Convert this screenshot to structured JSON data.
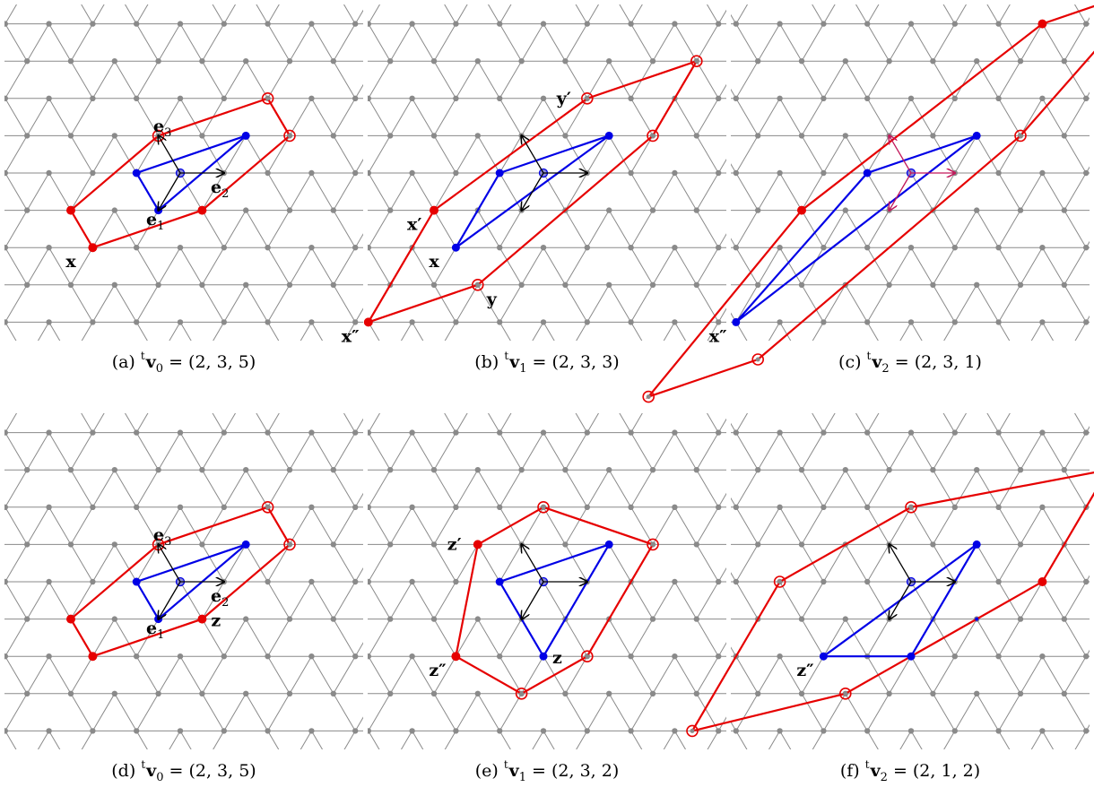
{
  "panels": [
    {
      "id": "a",
      "caption": {
        "prefix": "(a)",
        "vector": "v",
        "index": "0",
        "value": "= (2, 3, 5)"
      },
      "triangle": [
        [
          1,
          1
        ],
        [
          -1,
          0
        ],
        [
          0,
          -1
        ]
      ],
      "polygon": [
        [
          -1,
          -2,
          "filled"
        ],
        [
          1,
          -1,
          "filled"
        ],
        [
          2,
          1,
          "open"
        ],
        [
          1,
          2,
          "open"
        ],
        [
          -1,
          1,
          "open"
        ],
        [
          -2,
          -1,
          "filled"
        ]
      ],
      "basis": true,
      "basis_labels": {
        "e1": "e1",
        "e2": "e2",
        "e3": "e3"
      },
      "labels": [
        {
          "text": "x",
          "at": [
            -1,
            -2
          ],
          "dir": "lower-left"
        }
      ]
    },
    {
      "id": "b",
      "caption": {
        "prefix": "(b)",
        "vector": "v",
        "index": "1",
        "value": "= (2, 3, 3)"
      },
      "triangle": [
        [
          1,
          1
        ],
        [
          -1,
          0
        ],
        [
          -1,
          -2
        ]
      ],
      "polygon": [
        [
          -2,
          -4,
          "filled"
        ],
        [
          0,
          -3,
          "open"
        ],
        [
          2,
          1,
          "open"
        ],
        [
          2,
          3,
          "open"
        ],
        [
          0,
          2,
          "open"
        ],
        [
          -2,
          -1,
          "filled"
        ]
      ],
      "basis": true,
      "basis_labels": {},
      "labels": [
        {
          "text": "x",
          "at": [
            -1,
            -2
          ],
          "dir": "lower-left"
        },
        {
          "text": "y",
          "at": [
            0,
            -3
          ],
          "dir": "lower-right"
        },
        {
          "text": "x′",
          "at": [
            -2,
            -1
          ],
          "dir": "lower-left"
        },
        {
          "text": "x″",
          "at": [
            -2,
            -4
          ],
          "dir": "lower-left"
        },
        {
          "text": "y′",
          "at": [
            0,
            2
          ],
          "dir": "left"
        }
      ]
    },
    {
      "id": "c",
      "caption": {
        "prefix": "(c)",
        "vector": "v",
        "index": "2",
        "value": "= (2, 3, 1)"
      },
      "triangle": [
        [
          1,
          1
        ],
        [
          -1,
          0
        ],
        [
          -2,
          -4
        ]
      ],
      "polygon": [
        [
          -3,
          -6,
          "open"
        ],
        [
          -1,
          -5,
          "open"
        ],
        [
          2,
          1,
          "open"
        ],
        [
          3,
          5,
          "filled"
        ],
        [
          1,
          4,
          "filled"
        ],
        [
          -2,
          -1,
          "filled"
        ]
      ],
      "basis": true,
      "basis_color": "#c2185b",
      "basis_labels": {},
      "labels": [
        {
          "text": "x″",
          "at": [
            -2,
            -4
          ],
          "dir": "lower-left"
        }
      ]
    },
    {
      "id": "d",
      "caption": {
        "prefix": "(d)",
        "vector": "v",
        "index": "0",
        "value": "= (2, 3, 5)"
      },
      "triangle": [
        [
          1,
          1
        ],
        [
          -1,
          0
        ],
        [
          0,
          -1
        ]
      ],
      "polygon": [
        [
          -1,
          -2,
          "filled"
        ],
        [
          1,
          -1,
          "filled"
        ],
        [
          2,
          1,
          "open"
        ],
        [
          1,
          2,
          "open"
        ],
        [
          -1,
          1,
          "open"
        ],
        [
          -2,
          -1,
          "filled"
        ]
      ],
      "basis": true,
      "basis_labels": {
        "e1": "e1",
        "e2": "e2",
        "e3": "e3"
      },
      "labels": [
        {
          "text": "z",
          "at": [
            1,
            -1
          ],
          "dir": "right"
        }
      ]
    },
    {
      "id": "e",
      "caption": {
        "prefix": "(e)",
        "vector": "v",
        "index": "1",
        "value": "= (2, 3, 2)"
      },
      "triangle": [
        [
          1,
          1
        ],
        [
          -1,
          0
        ],
        [
          1,
          -2
        ]
      ],
      "polygon": [
        [
          -2,
          1,
          "filled"
        ],
        [
          -1,
          2,
          "open"
        ],
        [
          2,
          1,
          "open"
        ],
        [
          2,
          -2,
          "open"
        ],
        [
          1,
          -3,
          "open"
        ],
        [
          -1,
          -2,
          "filled"
        ]
      ],
      "basis": true,
      "basis_labels": {},
      "labels": [
        {
          "text": "z",
          "at": [
            1,
            -2
          ],
          "dir": "right"
        },
        {
          "text": "z′",
          "at": [
            -2,
            1
          ],
          "dir": "left"
        },
        {
          "text": "z″",
          "at": [
            -1,
            -2
          ],
          "dir": "lower-left"
        }
      ]
    },
    {
      "id": "f",
      "caption": {
        "prefix": "(f)",
        "vector": "v",
        "index": "2",
        "value": "= (2, 1, 2)"
      },
      "triangle": [
        [
          1,
          1
        ],
        [
          -1,
          -2
        ],
        [
          1,
          -2
        ]
      ],
      "polygon": [
        [
          -1,
          2,
          "open"
        ],
        [
          3,
          3,
          "filled"
        ],
        [
          3,
          0,
          "filled"
        ],
        [
          0,
          -3,
          "open"
        ],
        [
          -3,
          -4,
          "open"
        ],
        [
          -3,
          0,
          "open"
        ]
      ],
      "triangle_extra": [
        [
          -1,
          -2
        ],
        [
          2,
          -1
        ]
      ],
      "basis": true,
      "basis_labels": {},
      "labels": [
        {
          "text": "z″",
          "at": [
            -1,
            -2
          ],
          "dir": "lower-left"
        }
      ]
    }
  ],
  "colors": {
    "grid": "#8a8a8a",
    "triangle": "#0000e6",
    "polygon": "#e60000",
    "basis": "#000000"
  }
}
